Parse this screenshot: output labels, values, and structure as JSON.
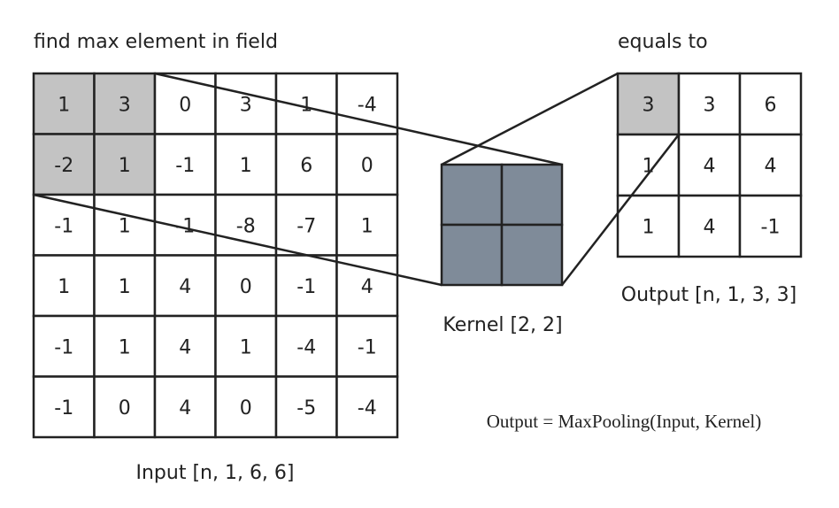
{
  "title_left": "find max element in field",
  "title_right": "equals to",
  "input": {
    "caption": "Input [n, 1, 6, 6]",
    "cells": [
      [
        "1",
        "3",
        "0",
        "3",
        "1",
        "-4"
      ],
      [
        "-2",
        "1",
        "-1",
        "1",
        "6",
        "0"
      ],
      [
        "-1",
        "1",
        "-1",
        "-8",
        "-7",
        "1"
      ],
      [
        "1",
        "1",
        "4",
        "0",
        "-1",
        "4"
      ],
      [
        "-1",
        "1",
        "4",
        "1",
        "-4",
        "-1"
      ],
      [
        "-1",
        "0",
        "4",
        "0",
        "-5",
        "-4"
      ]
    ],
    "highlighted": [
      [
        0,
        0
      ],
      [
        0,
        1
      ],
      [
        1,
        0
      ],
      [
        1,
        1
      ]
    ]
  },
  "kernel": {
    "caption": "Kernel [2, 2]",
    "rows": 2,
    "cols": 2
  },
  "output": {
    "caption": "Output [n, 1, 3, 3]",
    "cells": [
      [
        "3",
        "3",
        "6"
      ],
      [
        "1",
        "4",
        "4"
      ],
      [
        "1",
        "4",
        "-1"
      ]
    ],
    "highlighted": [
      [
        0,
        0
      ]
    ]
  },
  "formula": "Output = MaxPooling(Input, Kernel)",
  "colors": {
    "grid_line": "#222222",
    "highlight_fill": "#c3c3c3",
    "kernel_fill": "#7f8b99",
    "cell_fill": "#ffffff"
  }
}
